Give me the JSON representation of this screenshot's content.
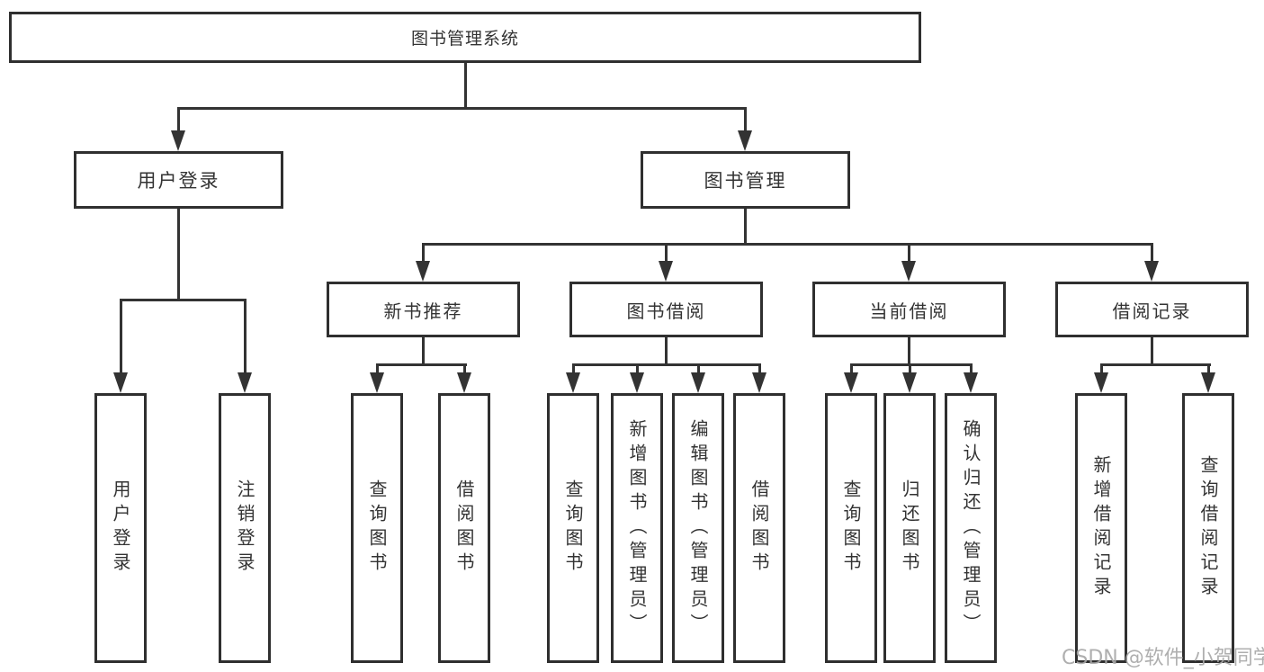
{
  "diagram": {
    "root": {
      "label": "图书管理系统"
    },
    "branches": [
      {
        "label": "用户登录",
        "children": [
          {
            "label": "用户登录"
          },
          {
            "label": "注销登录"
          }
        ]
      },
      {
        "label": "图书管理",
        "children": [
          {
            "label": "新书推荐",
            "children": [
              {
                "label": "查询图书"
              },
              {
                "label": "借阅图书"
              }
            ]
          },
          {
            "label": "图书借阅",
            "children": [
              {
                "label": "查询图书"
              },
              {
                "label": "新增图书（管理员）"
              },
              {
                "label": "编辑图书（管理员）"
              },
              {
                "label": "借阅图书"
              }
            ]
          },
          {
            "label": "当前借阅",
            "children": [
              {
                "label": "查询图书"
              },
              {
                "label": "归还图书"
              },
              {
                "label": "确认归还（管理员）"
              }
            ]
          },
          {
            "label": "借阅记录",
            "children": [
              {
                "label": "新增借阅记录"
              },
              {
                "label": "查询借阅记录"
              }
            ]
          }
        ]
      }
    ]
  },
  "watermark": {
    "text": "CSDN @软件_小贺同学"
  },
  "colors": {
    "background": "#ffffff",
    "box_border": "#2f2f2f",
    "line": "#333333",
    "text": "#333333",
    "watermark": "#a8a8a8"
  }
}
